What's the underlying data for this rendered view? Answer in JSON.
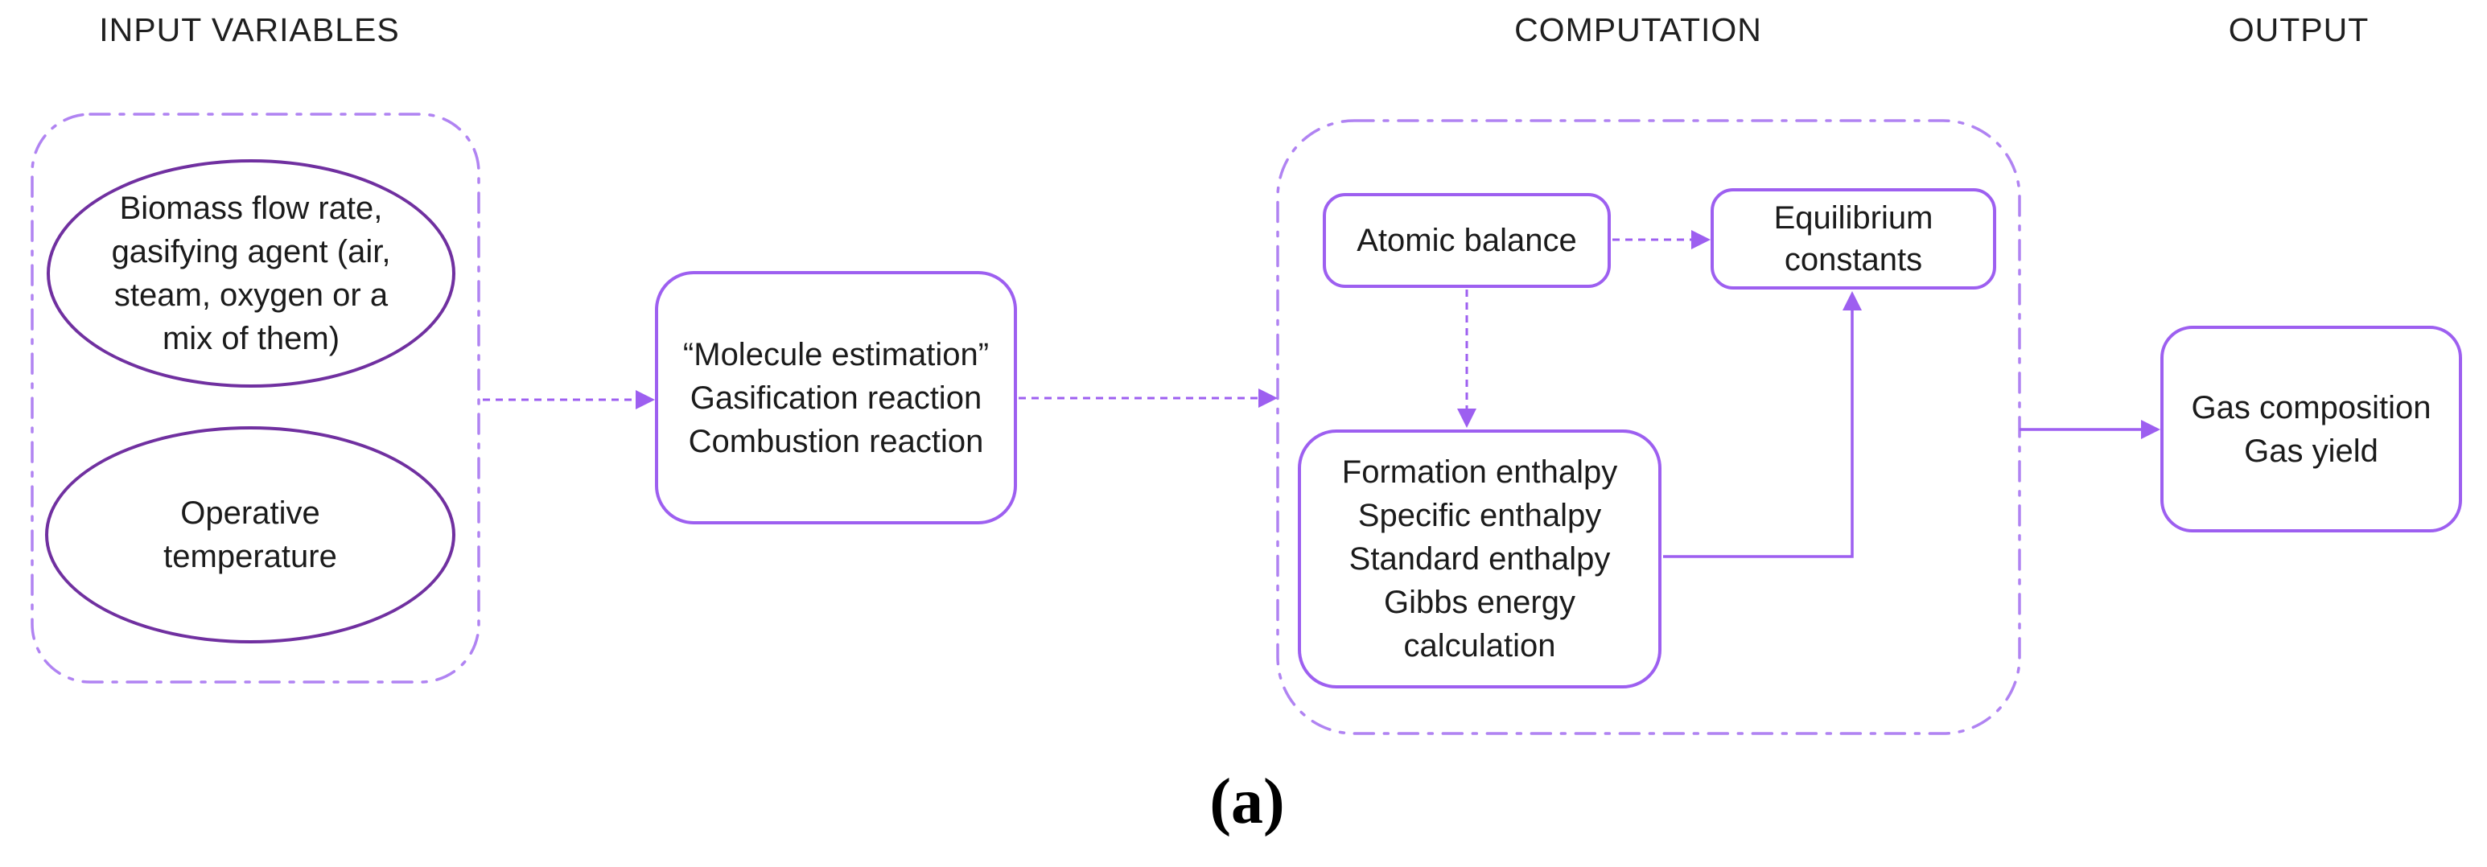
{
  "figure": {
    "caption": "(a)",
    "background": "#ffffff"
  },
  "colors": {
    "box_border": "#9d5ff0",
    "ellipse_border": "#7030a0",
    "group_outline": "#b083f2",
    "arrow": "#9d5ff0",
    "text": "#1b1b1b",
    "label_text": "#1f1f1f",
    "caption_text": "#000000"
  },
  "sections": [
    {
      "id": "input",
      "label": "INPUT VARIABLES"
    },
    {
      "id": "computation",
      "label": "COMPUTATION"
    },
    {
      "id": "output",
      "label": "OUTPUT"
    }
  ],
  "nodes": {
    "biomass": {
      "shape": "ellipse",
      "text": "Biomass flow rate,\ngasifying agent (air,\nsteam, oxygen or a\nmix of them)"
    },
    "operative_temperature": {
      "shape": "ellipse",
      "text": "Operative\ntemperature"
    },
    "molecule_estimation": {
      "shape": "rounded-box",
      "text": "“Molecule estimation”\nGasification reaction\nCombustion reaction"
    },
    "atomic_balance": {
      "shape": "rounded-box",
      "text": "Atomic balance"
    },
    "equilibrium_constants": {
      "shape": "rounded-box",
      "text": "Equilibrium\nconstants"
    },
    "enthalpy_gibbs": {
      "shape": "rounded-box",
      "text": "Formation enthalpy\nSpecific enthalpy\nStandard enthalpy\nGibbs energy\ncalculation"
    },
    "gas_output": {
      "shape": "rounded-box",
      "text": "Gas composition\nGas yield"
    }
  },
  "connections": [
    {
      "from": "input-group",
      "to": "molecule_estimation",
      "style": "dashed-arrow"
    },
    {
      "from": "molecule_estimation",
      "to": "computation-group",
      "style": "dashed-arrow"
    },
    {
      "from": "atomic_balance",
      "to": "equilibrium_constants",
      "style": "dashed-arrow"
    },
    {
      "from": "atomic_balance",
      "to": "enthalpy_gibbs",
      "style": "dashed-arrow"
    },
    {
      "from": "enthalpy_gibbs",
      "to": "equilibrium_constants",
      "style": "solid-elbow-arrow"
    },
    {
      "from": "computation-group",
      "to": "gas_output",
      "style": "solid-arrow"
    }
  ]
}
